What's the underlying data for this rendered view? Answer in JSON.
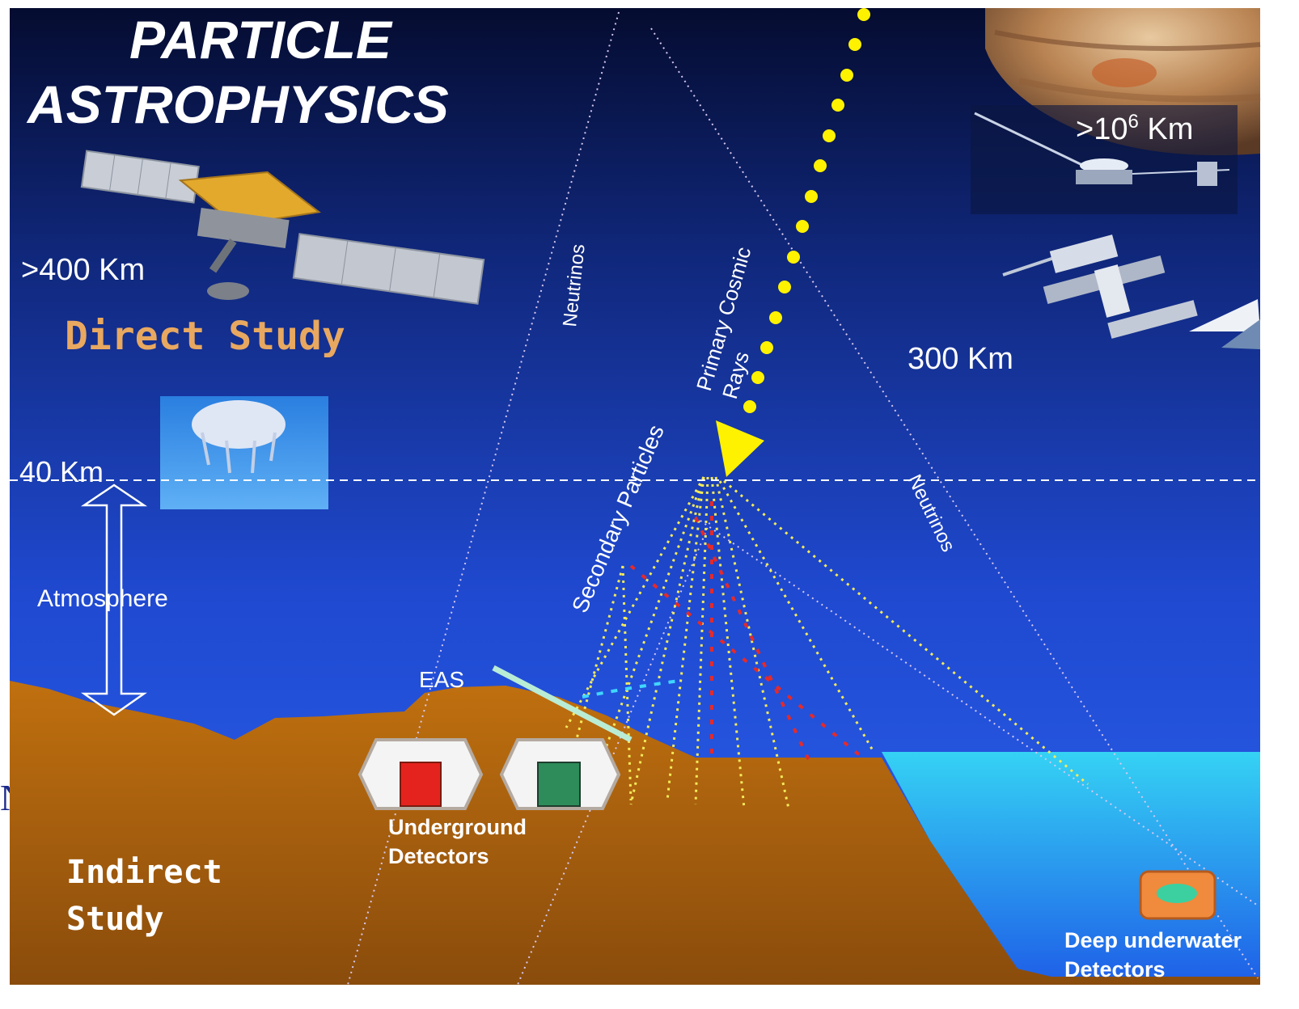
{
  "title": {
    "line1": "PARTICLE",
    "line2": "ASTROPHYSICS"
  },
  "altitudes": {
    "satellite": ">400 Km",
    "space_station": "300 Km",
    "balloon": "40 Km",
    "deep_space_base": ">10",
    "deep_space_exp": "6",
    "deep_space_unit": " Km"
  },
  "regions": {
    "direct": "Direct Study",
    "indirect_line1": "Indirect",
    "indirect_line2": "Study",
    "atmosphere": "Atmosphere"
  },
  "rays": {
    "neutrinos_left": "Neutrinos",
    "neutrinos_right": "Neutrinos",
    "primary_line1": "Primary Cosmic",
    "primary_line2": "Rays",
    "secondary": "Secondary Particles",
    "eas": "EAS"
  },
  "detectors": {
    "underground_line1": "Underground",
    "underground_line2": "Detectors",
    "underwater_line1": "Deep underwater",
    "underwater_line2": "Detectors"
  },
  "edge_glyphs": {
    "g1": "N"
  },
  "colors": {
    "sky_top": "#06103a",
    "sky_bottom": "#2a5fe8",
    "ground": "#b86a12",
    "water": "#28c7ee",
    "primary_rays": "#fff200",
    "direct_study_text": "#e8a860",
    "red_detector": "#e5231e",
    "green_detector": "#2e8c5a",
    "underwater_detector": "#f08a3c"
  }
}
